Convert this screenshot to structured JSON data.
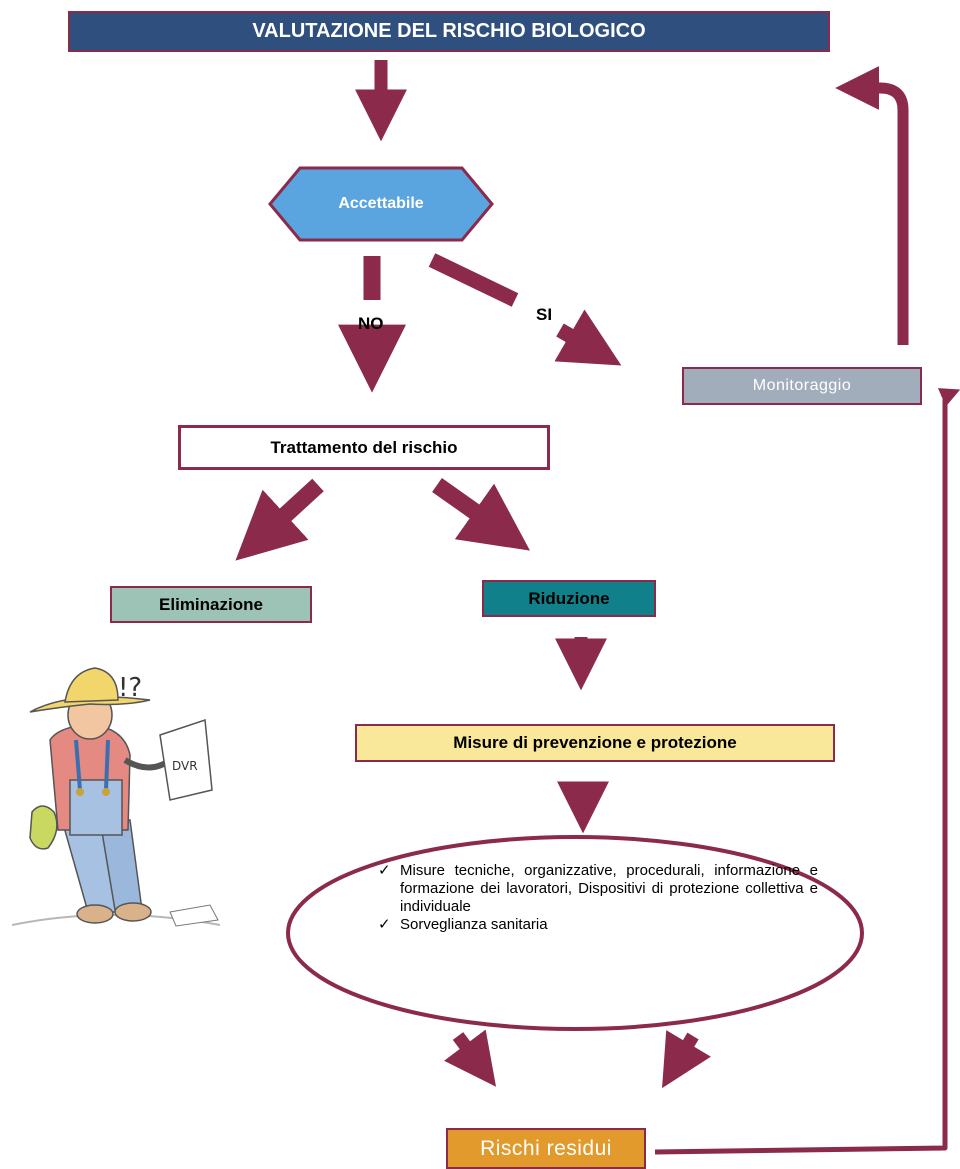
{
  "title": "VALUTAZIONE DEL RISCHIO BIOLOGICO",
  "decision": "Accettabile",
  "branch_no": "NO",
  "branch_si": "SI",
  "nodes": {
    "trattamento": "Trattamento del rischio",
    "eliminazione": "Eliminazione",
    "riduzione": "Riduzione",
    "misure": "Misure di prevenzione e protezione",
    "monitoraggio": "Monitoraggio",
    "rischi_residui": "Rischi residui"
  },
  "measures": [
    "Misure tecniche, organizzative, procedurali, informazione e formazione dei lavoratori, Dispositivi di protezione collettiva e individuale",
    "Sorveglianza sanitaria"
  ],
  "illustration": {
    "sheet_label": "DVR"
  },
  "colors": {
    "arrow": "#8b2a4a",
    "title_fill": "#2f4f7f",
    "decision_fill": "#5aa4e0",
    "eliminazione_fill": "#9dc3b7",
    "riduzione_fill": "#10818a",
    "misure_fill": "#f9e79a",
    "monitoraggio_fill": "#a2adbb",
    "rischi_fill": "#e19a2b"
  }
}
